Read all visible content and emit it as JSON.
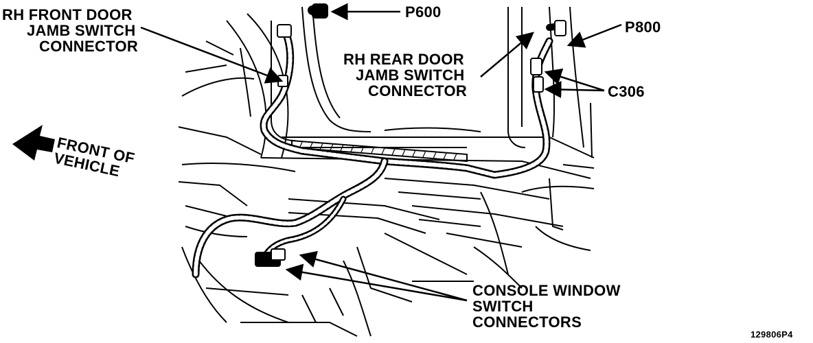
{
  "labels": {
    "rh_front_door": [
      "RH FRONT DOOR",
      "JAMB SWITCH",
      "CONNECTOR"
    ],
    "p600": "P600",
    "p800": "P800",
    "rh_rear_door": [
      "RH REAR DOOR",
      "JAMB SWITCH",
      "CONNECTOR"
    ],
    "c306": "C306",
    "front_of_vehicle": [
      "FRONT OF",
      "VEHICLE"
    ],
    "console_window": [
      "CONSOLE WINDOW",
      "SWITCH",
      "CONNECTORS"
    ],
    "figure_id": "129806P4"
  },
  "colors": {
    "ink": "#000000",
    "paper": "#ffffff"
  },
  "icons": {
    "direction_arrow": "left-arrow-icon"
  }
}
